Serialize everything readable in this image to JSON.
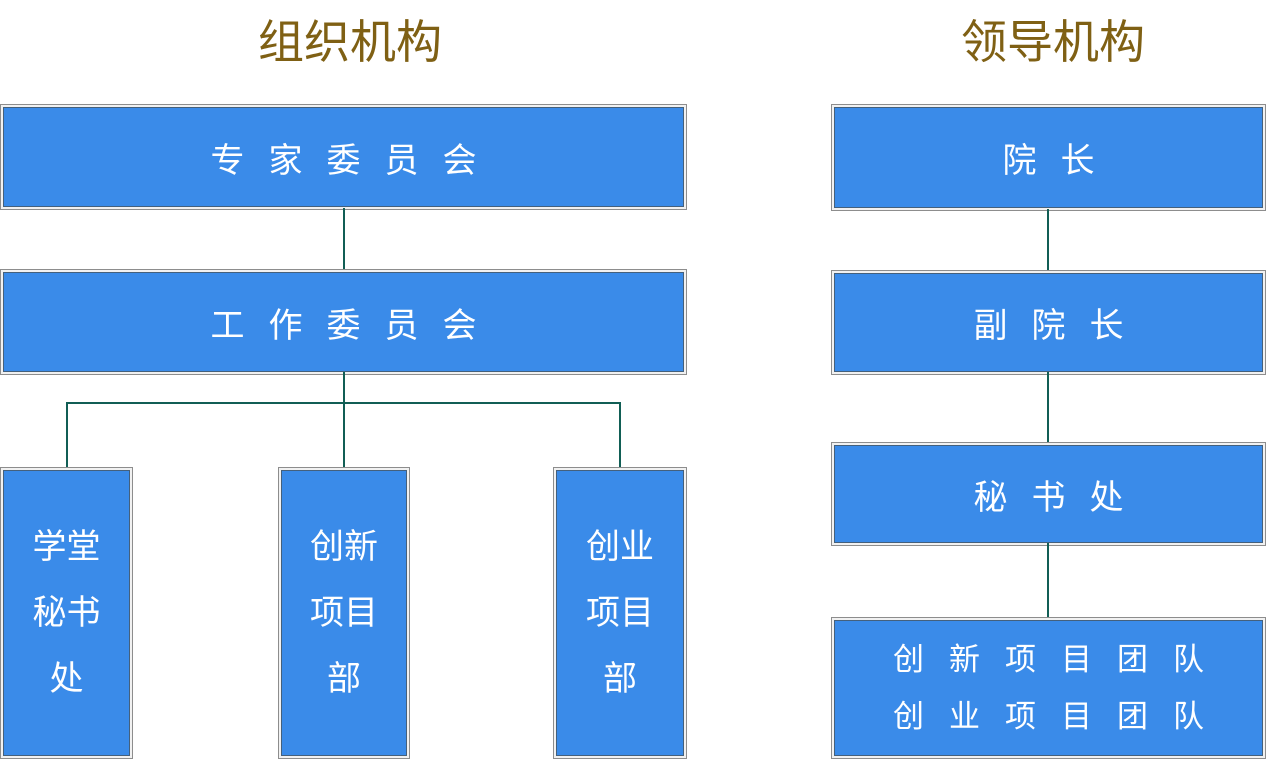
{
  "colors": {
    "box_fill": "#3a8be9",
    "box_text": "#ffffff",
    "box_border_inner": "#44607c",
    "box_border_outer": "#8d8d8d",
    "connector": "#115e55",
    "title_text": "#7f6014",
    "background": "#ffffff"
  },
  "org_chart": {
    "title": "组织机构",
    "nodes": {
      "expert_committee": "专家委员会",
      "work_committee": "工作委员会",
      "school_secretariat": {
        "line1": "学堂",
        "line2": "秘书",
        "line3": "处"
      },
      "innovation_dept": {
        "line1": "创新",
        "line2": "项目",
        "line3": "部"
      },
      "entrepreneurship_dept": {
        "line1": "创业",
        "line2": "项目",
        "line3": "部"
      }
    }
  },
  "leadership_chart": {
    "title": "领导机构",
    "nodes": {
      "dean": "院长",
      "vice_dean": "副院长",
      "secretariat": "秘书处",
      "teams": {
        "line1": "创新项目团队",
        "line2": "创业项目团队"
      }
    }
  }
}
